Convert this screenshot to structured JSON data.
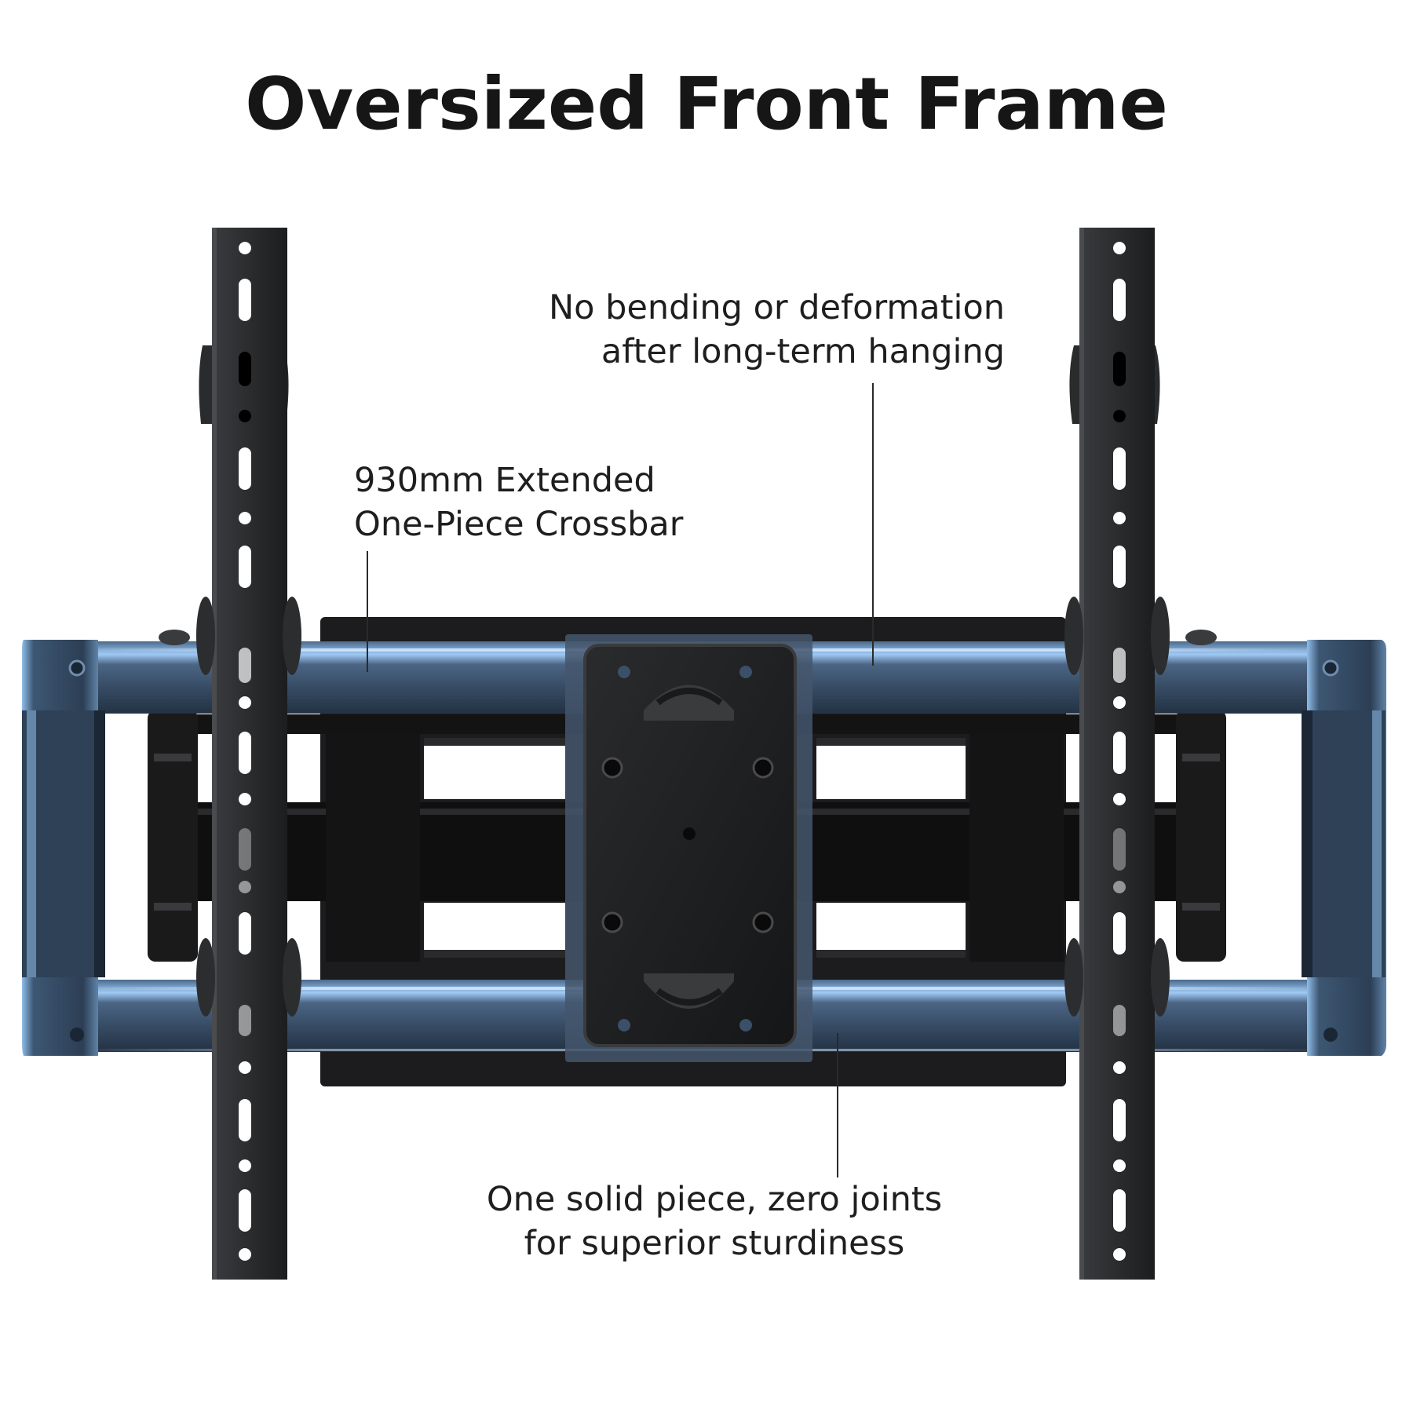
{
  "title": "Oversized Front Frame",
  "callouts": {
    "no_bending": [
      "No bending or deformation",
      "after long-term hanging"
    ],
    "crossbar": [
      "930mm Extended",
      "One-Piece Crossbar"
    ],
    "solid_piece": [
      "One solid piece, zero joints",
      "for superior sturdiness"
    ]
  },
  "colors": {
    "frame_blue": "#324861",
    "highlight": "#8fc2ff",
    "steel": "#2f3032",
    "arm_black": "#121212",
    "text": "#1e1e1e"
  }
}
